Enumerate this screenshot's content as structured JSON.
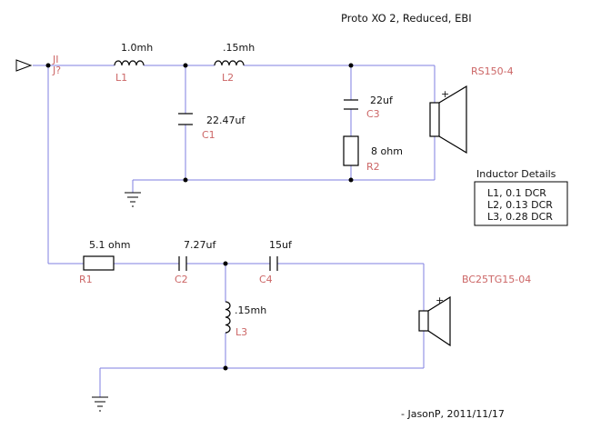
{
  "title": "Proto XO 2, Reduced, EBI",
  "signature": "- JasonP, 2011/11/17",
  "input_labels": [
    "JI",
    "J?"
  ],
  "components": {
    "L1": {
      "ref": "L1",
      "value": "1.0mh"
    },
    "L2": {
      "ref": "L2",
      "value": ".15mh"
    },
    "C1": {
      "ref": "C1",
      "value": "22.47uf"
    },
    "C3": {
      "ref": "C3",
      "value": "22uf"
    },
    "R2": {
      "ref": "R2",
      "value": "8 ohm"
    },
    "R1": {
      "ref": "R1",
      "value": "5.1 ohm"
    },
    "C2": {
      "ref": "C2",
      "value": "7.27uf"
    },
    "C4": {
      "ref": "C4",
      "value": "15uf"
    },
    "L3": {
      "ref": "L3",
      "value": ".15mh"
    }
  },
  "speakers": {
    "woofer": {
      "name": "RS150-4",
      "polarity": "+"
    },
    "tweeter": {
      "name": "BC25TG15-04",
      "polarity": "+"
    }
  },
  "inductor_details": {
    "title": "Inductor Details",
    "lines": [
      "L1, 0.1 DCR",
      "L2, 0.13 DCR",
      "L3, 0.28 DCR"
    ]
  }
}
